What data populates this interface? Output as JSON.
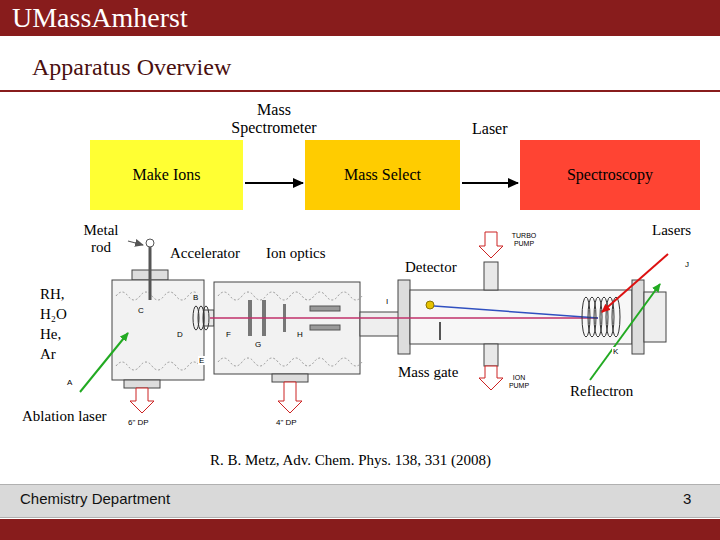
{
  "diagram": {
    "title": "Apparatus Overview",
    "caption": "R. B. Metz, Adv. Chem. Phys. 138, 331 (2008)",
    "nodes": [
      {
        "text": [
          "Make Ions"
        ]
      },
      {
        "text": [
          "Mass Select"
        ]
      },
      {
        "text": [
          "Spectroscopy"
        ]
      }
    ],
    "edges": [
      {
        "from": 0,
        "to": 1,
        "arrow": "to",
        "label": "Mass Spectrometer"
      },
      {
        "from": 1,
        "to": 2,
        "arrow": "to",
        "label": "Laser"
      }
    ],
    "labels": [
      "UMassAmherst",
      "Metal rod",
      "Accelerator",
      "Ion optics",
      "Detector",
      "Lasers",
      "RH, H₂O He, Ar",
      "Mass gate",
      "Reflectron",
      "Ablation laser",
      "TURBO PUMP",
      "ION PUMP",
      "6\" DP",
      "4\" DP",
      "A",
      "B",
      "C",
      "D",
      "E",
      "F",
      "G",
      "H",
      "I",
      "J",
      "K",
      "Chemistry Department",
      "3"
    ]
  }
}
